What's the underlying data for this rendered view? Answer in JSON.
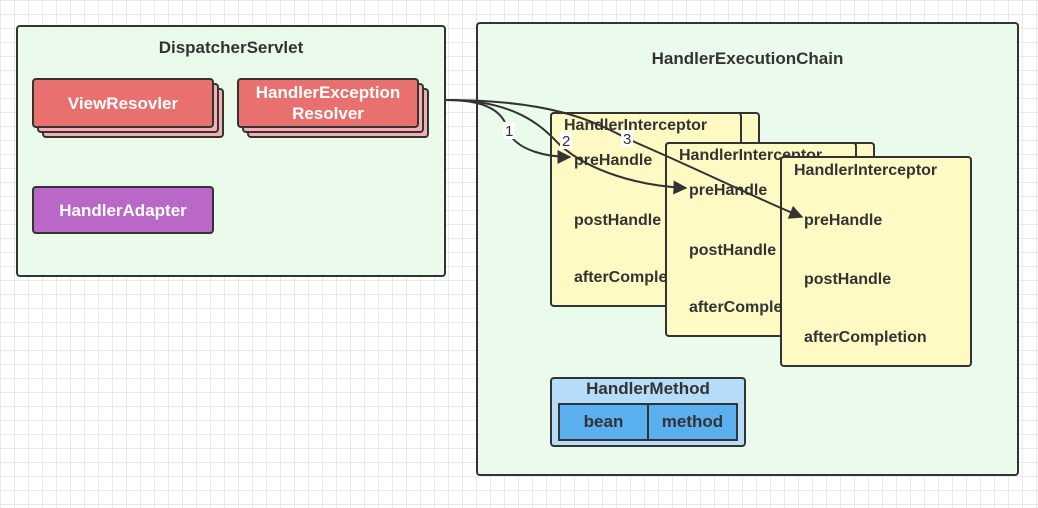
{
  "dispatcher": {
    "title": "DispatcherServlet",
    "view_resolver": "ViewResovler",
    "exception_resolver": "HandlerException\nResolver",
    "handler_adapter": "HandlerAdapter"
  },
  "chain": {
    "title": "HandlerExecutionChain",
    "interceptors": [
      {
        "title": "HandlerInterceptor",
        "pre": "preHandle",
        "post": "postHandle",
        "after": "afterComple"
      },
      {
        "title": "HandlerInterceptor",
        "pre": "preHandle",
        "post": "postHandle",
        "after": "afterComple"
      },
      {
        "title": "HandlerInterceptor",
        "pre": "preHandle",
        "post": "postHandle",
        "after": "afterCompletion"
      }
    ],
    "handler_method": {
      "title": "HandlerMethod",
      "bean": "bean",
      "method": "method"
    }
  },
  "arrows": [
    {
      "label": "1"
    },
    {
      "label": "2"
    },
    {
      "label": "3"
    }
  ],
  "colors": {
    "container_bg": "#ebfbeb",
    "resolver_red": "#e8706e",
    "adapter_purple": "#b968c7",
    "interceptor_yellow": "#fff9c4",
    "method_blue": "#5aafef"
  }
}
